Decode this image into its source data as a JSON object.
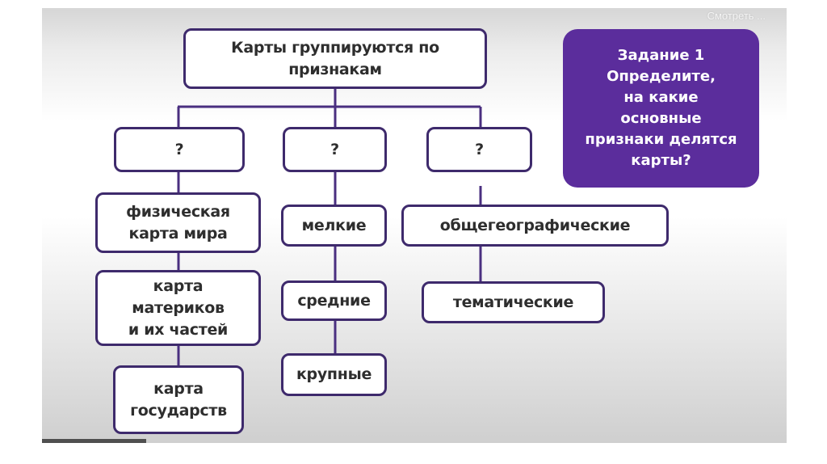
{
  "player": {
    "overlay_link": "Смотреть ...",
    "progress_percent": 14
  },
  "diagram": {
    "root": {
      "lines": [
        "Карты группируются по",
        "признакам"
      ]
    },
    "categories": [
      {
        "label": "?",
        "children": [
          {
            "lines": [
              "физическая",
              "карта мира"
            ]
          },
          {
            "lines": [
              "карта",
              "материков",
              "и их частей"
            ]
          },
          {
            "lines": [
              "карта",
              "государств"
            ]
          }
        ]
      },
      {
        "label": "?",
        "children": [
          {
            "lines": [
              "мелкие"
            ]
          },
          {
            "lines": [
              "средние"
            ]
          },
          {
            "lines": [
              "крупные"
            ]
          }
        ]
      },
      {
        "label": "?",
        "children": [
          {
            "lines": [
              "общегеографические"
            ]
          },
          {
            "lines": [
              "тематические"
            ]
          }
        ]
      }
    ],
    "task": {
      "lines": [
        "Задание 1",
        "Определите,",
        "на какие",
        "основные",
        "признаки делятся",
        "карты?"
      ]
    }
  },
  "colors": {
    "box_border": "#3e2a6c",
    "task_fill": "#5b2d9c",
    "text": "#2e2e2e",
    "connector": "#4a2f80"
  }
}
